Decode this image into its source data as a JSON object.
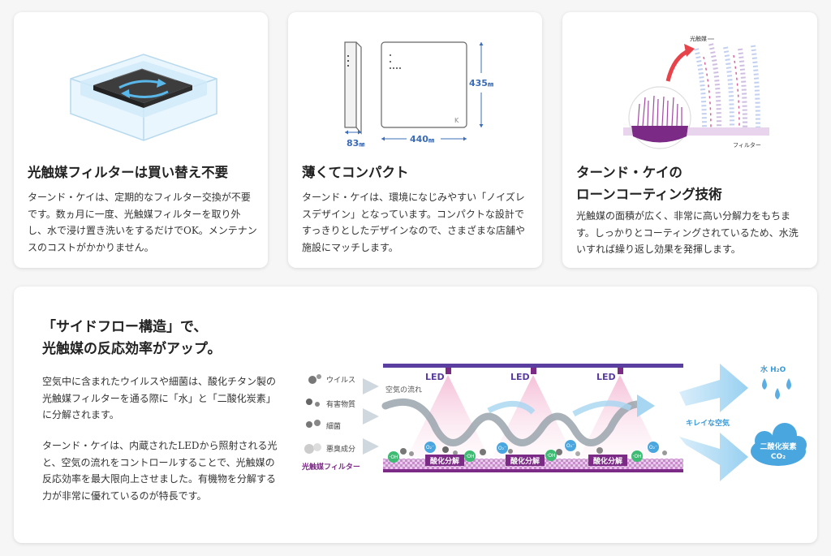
{
  "cards": [
    {
      "title": "光触媒フィルターは買い替え不要",
      "body": "ターンド・ケイは、定期的なフィルター交換が不要です。数ヵ月に一度、光触媒フィルターを取り外し、水で浸け置き洗いをするだけでOK。メンテナンスのコストがかかりません。"
    },
    {
      "title": "薄くてコンパクト",
      "body": "ターンド・ケイは、環境になじみやすい「ノイズレスデザイン」となっています。コンパクトな設計ですっきりとしたデザインなので、さまざまな店舗や施設にマッチします。",
      "dims": {
        "depth": "83",
        "width": "440",
        "height": "435",
        "unit": "㎜"
      }
    },
    {
      "title_line1": "ターンド・ケイの",
      "title_line2": "ローンコーティング技術",
      "body": "光触媒の面積が広く、非常に高い分解力をもちます。しっかりとコーティングされているため、水洗いすれば繰り返し効果を発揮します。",
      "labels": {
        "top": "光触媒",
        "bottom": "フィルター"
      }
    }
  ],
  "sideflow": {
    "title_line1": "「サイドフロー構造」で、",
    "title_line2": "光触媒の反応効率がアップ。",
    "para1": "空気中に含まれたウイルスや細菌は、酸化チタン製の光触媒フィルターを通る際に「水」と「二酸化炭素」に分解されます。",
    "para2": "ターンド・ケイは、内蔵されたLEDから照射される光と、空気の流れをコントロールすることで、光触媒の反応効率を最大限向上させました。有機物を分解する力が非常に優れているのが特長です。",
    "diagram": {
      "led": "LED",
      "legend": [
        "ウイルス",
        "有害物質",
        "細菌",
        "悪臭成分"
      ],
      "airflow": "空気の流れ",
      "filter": "光触媒フィルター",
      "oxidation": "酸化分解",
      "clean_air": "キレイな空気",
      "water": "水 H₂O",
      "co2_line1": "二酸化炭素",
      "co2_line2": "CO₂",
      "oh": "·OH",
      "o2": "O₂⁻"
    }
  },
  "colors": {
    "filter": "#7b2a86",
    "led_bar": "#5b3fa0",
    "airflow_blue": "#86c6ec",
    "dimension_blue": "#3a6cb8"
  }
}
